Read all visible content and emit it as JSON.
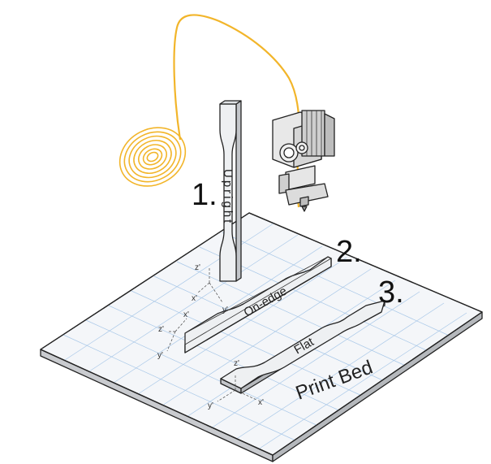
{
  "labels": {
    "part1_number": "1.",
    "part2_number": "2.",
    "part3_number": "3.",
    "part1_name": "Upright",
    "part2_name": "On-edge",
    "part3_name": "Flat",
    "bed": "Print Bed"
  },
  "axes": {
    "z": "z'",
    "x": "x'",
    "y": "y'"
  },
  "colors": {
    "filament": "#f2b52a",
    "bed_top": "#f4f6f9",
    "bed_side": "#c9cbcf",
    "grid": "#a9c8e8",
    "specimen_face": "#eef0f2",
    "specimen_side": "#c3c6ca",
    "printer_body": "#e4e4e4"
  }
}
